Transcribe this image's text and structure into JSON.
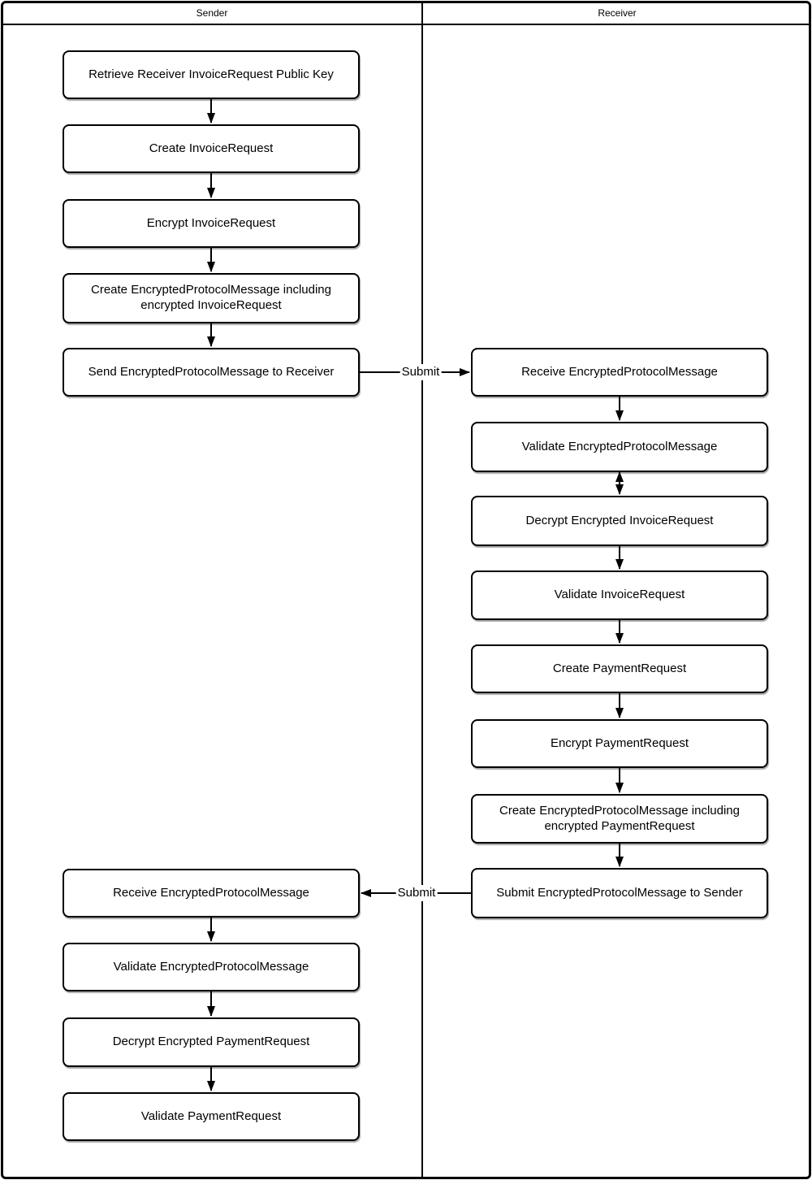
{
  "diagram": {
    "type": "swimlane-flowchart",
    "lanes": {
      "sender": "Sender",
      "receiver": "Receiver"
    },
    "sender_nodes": [
      "Retrieve Receiver InvoiceRequest Public Key",
      "Create InvoiceRequest",
      "Encrypt InvoiceRequest",
      "Create EncryptedProtocolMessage including encrypted InvoiceRequest",
      "Send EncryptedProtocolMessage to Receiver",
      "Receive EncryptedProtocolMessage",
      "Validate EncryptedProtocolMessage",
      "Decrypt Encrypted PaymentRequest",
      "Validate PaymentRequest"
    ],
    "receiver_nodes": [
      "Receive EncryptedProtocolMessage",
      "Validate EncryptedProtocolMessage",
      "Decrypt Encrypted InvoiceRequest",
      "Validate InvoiceRequest",
      "Create PaymentRequest",
      "Encrypt PaymentRequest",
      "Create EncryptedProtocolMessage including encrypted PaymentRequest",
      "Submit EncryptedProtocolMessage to Sender"
    ],
    "edge_labels": {
      "sender_to_receiver": "Submit",
      "receiver_to_sender": "Submit"
    },
    "colors": {
      "stroke": "#000000",
      "node_fill": "#ffffff",
      "background": "#ffffff"
    }
  }
}
